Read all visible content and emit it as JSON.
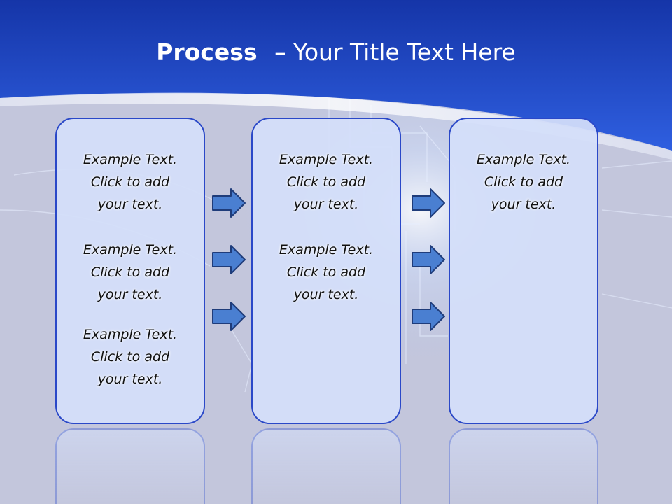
{
  "title": {
    "strong": "Process",
    "separator": "–",
    "rest": "Your Title Text Here"
  },
  "colors": {
    "header_dark": "#1535a8",
    "header_light": "#2f5fe0",
    "box_border": "#2a48c8",
    "box_fill": "#d4dffa",
    "arrow_fill": "#4a7fd1",
    "arrow_stroke": "#1f3c7a"
  },
  "columns": [
    {
      "blocks": [
        {
          "lines": [
            "Example Text.",
            "Click  to add",
            "your text."
          ]
        },
        {
          "lines": [
            "Example Text.",
            "Click  to add",
            "your text."
          ]
        },
        {
          "lines": [
            "Example Text.",
            "Click  to add",
            "your text."
          ]
        }
      ]
    },
    {
      "blocks": [
        {
          "lines": [
            "Example Text.",
            "Click  to add",
            "your text."
          ]
        },
        {
          "lines": [
            "Example Text.",
            "Click  to add",
            "your text."
          ]
        }
      ]
    },
    {
      "blocks": [
        {
          "lines": [
            "Example Text.",
            "Click  to add",
            "your text."
          ]
        }
      ]
    }
  ],
  "arrows": {
    "group_1_count": 3,
    "group_2_count": 3,
    "icon": "right-arrow-icon"
  }
}
